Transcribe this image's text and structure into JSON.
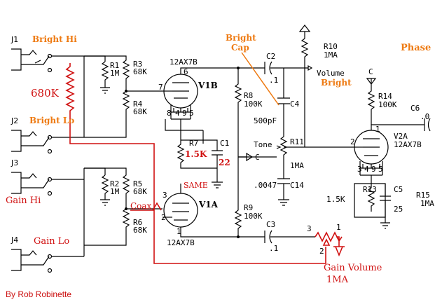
{
  "jacks": {
    "j1": {
      "ref": "J1",
      "label": "Bright Hi"
    },
    "j2": {
      "ref": "J2",
      "label": "Bright Lo"
    },
    "j3": {
      "ref": "J3",
      "label": "Gain Hi"
    },
    "j4": {
      "ref": "J4",
      "label": "Gain Lo"
    }
  },
  "mod_resistor": "680K",
  "components": {
    "r1": {
      "ref": "R1",
      "value": "1M"
    },
    "r2": {
      "ref": "R2",
      "value": "1M"
    },
    "r3": {
      "ref": "R3",
      "value": "68K"
    },
    "r4": {
      "ref": "R4",
      "value": "68K"
    },
    "r5": {
      "ref": "R5",
      "value": "68K"
    },
    "r6": {
      "ref": "R6",
      "value": "68K"
    },
    "r7": {
      "ref": "R7",
      "value": "1.5K"
    },
    "c1": {
      "ref": "C1",
      "value": "22"
    },
    "r8": {
      "ref": "R8",
      "value": "100K"
    },
    "r9": {
      "ref": "R9",
      "value": "100K"
    },
    "c2": {
      "ref": "C2",
      "value": ".1"
    },
    "c3": {
      "ref": "C3",
      "value": ".1"
    },
    "c4": {
      "ref": "C4",
      "value": "500pF"
    },
    "c14": {
      "ref": "C14",
      "value": ".0047"
    },
    "r10": {
      "ref": "R10",
      "value": "1MA"
    },
    "r11": {
      "ref": "R11",
      "value": "1MA"
    },
    "r13": {
      "ref": "R13",
      "value": "1.5K"
    },
    "c5": {
      "ref": "C5",
      "value": "25"
    },
    "r14": {
      "ref": "R14",
      "value": "100K"
    },
    "c6": {
      "ref": "C6",
      "value": ".0"
    },
    "r15": {
      "ref": "R15",
      "value": "1MA"
    }
  },
  "tubes": {
    "v1b": {
      "name": "V1B",
      "type": "12AX7B",
      "pins": [
        "6",
        "7",
        "8",
        "4",
        "9",
        "5"
      ]
    },
    "v1a": {
      "name": "V1A",
      "type": "12AX7B",
      "pins": [
        "3",
        "2",
        "1"
      ]
    },
    "v2a": {
      "name": "V2A",
      "type": "12AX7B",
      "pins": [
        "1",
        "2",
        "3",
        "4",
        "9",
        "5"
      ]
    }
  },
  "labels": {
    "volume": "Volume",
    "bright": "Bright",
    "bright_cap_1": "Bright",
    "bright_cap_2": "Cap",
    "tone": "Tone",
    "phase": "Phase",
    "c_supply_1": "C",
    "c_supply_2": "C",
    "same": "SAME",
    "coax": "Coax",
    "gain_volume_1": "Gain Volume",
    "gain_volume_2": "1MA",
    "pot_pins": [
      "3",
      "2",
      "1"
    ],
    "credit": "By Rob Robinette"
  }
}
